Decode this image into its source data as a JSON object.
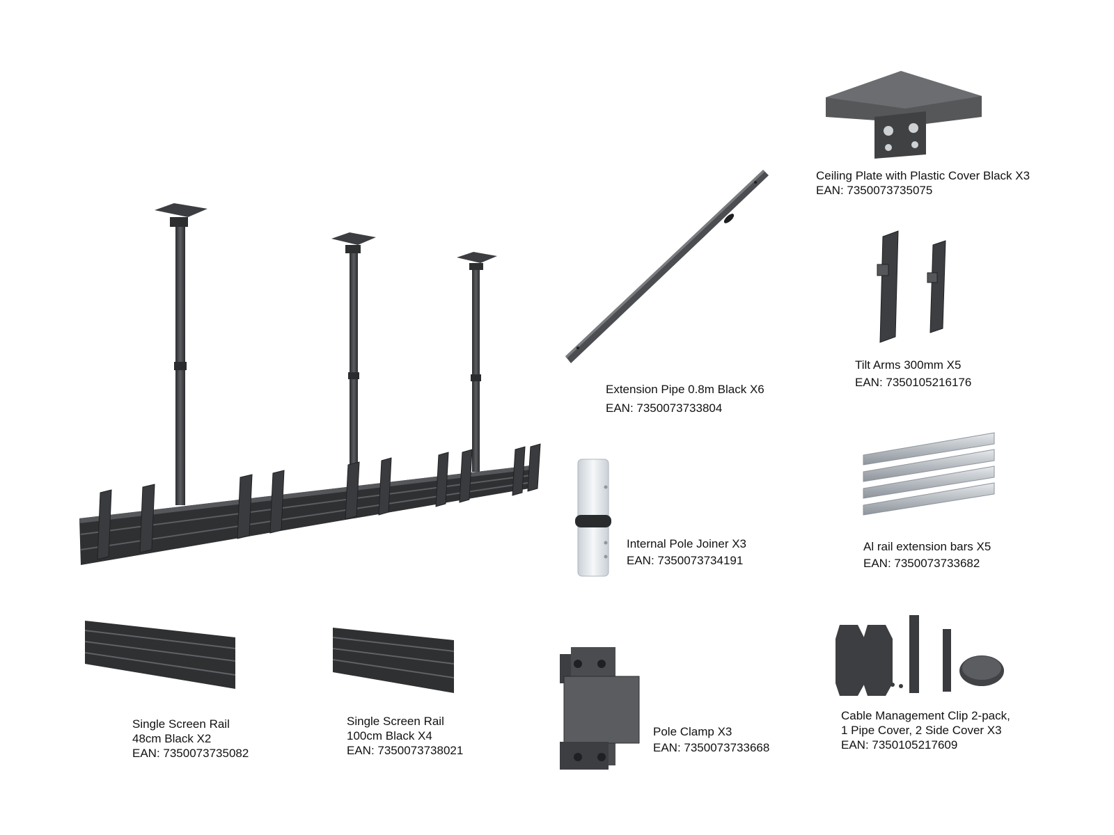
{
  "items": {
    "ceiling_plate": {
      "name": "Ceiling Plate with Plastic Cover Black X3",
      "ean": "EAN: 7350073735075"
    },
    "extension_pipe": {
      "name": "Extension Pipe 0.8m Black X6",
      "ean": "EAN: 7350073733804"
    },
    "tilt_arms": {
      "name": "Tilt Arms 300mm X5",
      "ean": "EAN: 7350105216176"
    },
    "pole_joiner": {
      "name": "Internal Pole Joiner X3",
      "ean": "EAN: 7350073734191"
    },
    "al_rail_bars": {
      "name": "Al rail extension bars X5",
      "ean": "EAN: 7350073733682"
    },
    "rail_48": {
      "name_line1": "Single Screen Rail",
      "name_line2": "48cm Black X2",
      "ean": "EAN: 7350073735082"
    },
    "rail_100": {
      "name_line1": "Single Screen Rail",
      "name_line2": "100cm Black X4",
      "ean": "EAN: 7350073738021"
    },
    "pole_clamp": {
      "name": "Pole Clamp X3",
      "ean": "EAN: 7350073733668"
    },
    "cable_clip": {
      "name_line1": "Cable Management Clip 2-pack,",
      "name_line2": "1 Pipe Cover, 2 Side Cover X3",
      "ean": "EAN: 7350105217609"
    }
  },
  "colors": {
    "metal_dark": "#3a3b3d",
    "metal_mid": "#55575a",
    "metal_light": "#7a7c80",
    "aluminium": "#c9cdd2",
    "joiner_white": "#e8ecef"
  }
}
